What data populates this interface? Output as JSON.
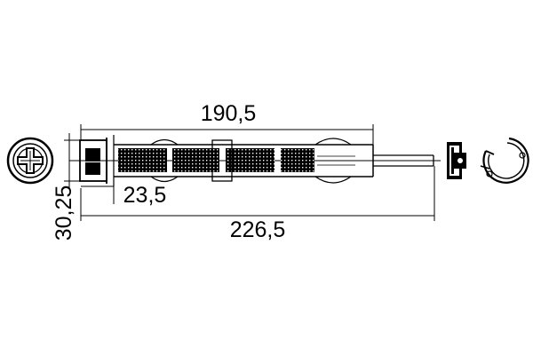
{
  "dimensions": {
    "overall_length": "226,5",
    "body_length": "190,5",
    "end_cap_length": "23,5",
    "diameter": "30,25"
  }
}
